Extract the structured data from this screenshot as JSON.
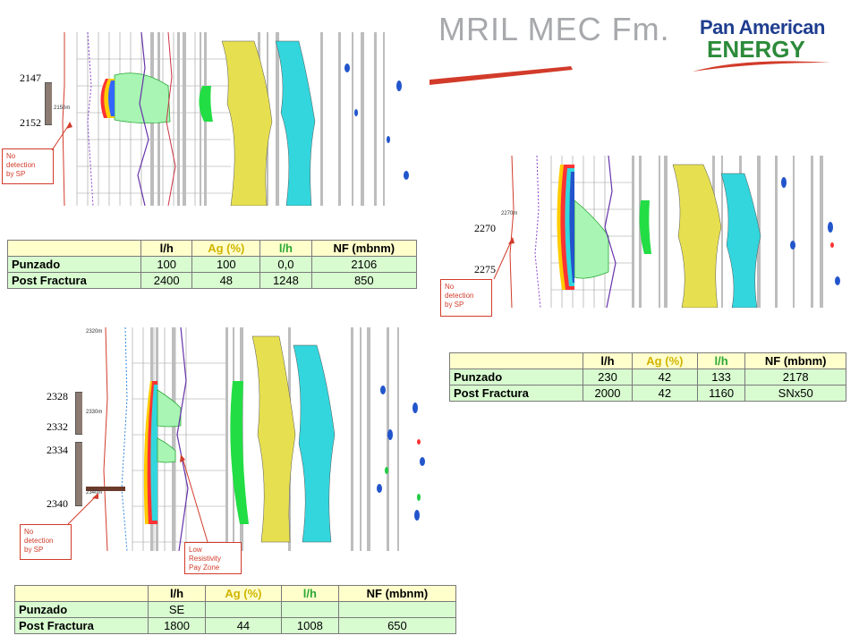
{
  "title": "MRIL MEC Fm.",
  "logo": {
    "line1": "Pan American",
    "line2": "ENERGY"
  },
  "colors": {
    "red": "#d23b2a",
    "green": "#2aa834",
    "yellow": "#d0b400",
    "grey_title": "#a7a9ac"
  },
  "panel1": {
    "depths": [
      "2147",
      "2152"
    ],
    "tag": "2150m",
    "note": [
      "No",
      "detection",
      "by SP"
    ],
    "table": {
      "headers": [
        "",
        "l/h",
        "Ag (%)",
        "l/h",
        "NF (mbnm)"
      ],
      "rows": [
        {
          "label": "Punzado",
          "values": [
            "100",
            "100",
            "0,0",
            "2106"
          ]
        },
        {
          "label": "Post Fractura",
          "values": [
            "2400",
            "48",
            "1248",
            "850"
          ]
        }
      ]
    }
  },
  "panel2": {
    "depths": [
      "2270",
      "2275"
    ],
    "tag": "2270m",
    "note": [
      "No",
      "detection",
      "by SP"
    ],
    "table": {
      "headers": [
        "",
        "l/h",
        "Ag (%)",
        "l/h",
        "NF (mbnm)"
      ],
      "rows": [
        {
          "label": "Punzado",
          "values": [
            "230",
            "42",
            "133",
            "2178"
          ]
        },
        {
          "label": "Post Fractura",
          "values": [
            "2000",
            "42",
            "1160",
            "SNx50"
          ]
        }
      ]
    }
  },
  "panel3": {
    "depths": [
      "2328",
      "2332",
      "2334",
      "2340"
    ],
    "tags": [
      "2320m",
      "2330m",
      "2340m"
    ],
    "note": [
      "No",
      "detection",
      "by SP"
    ],
    "note2": [
      "Low",
      "Resistivity",
      "Pay Zone"
    ],
    "table": {
      "headers": [
        "",
        "l/h",
        "Ag (%)",
        "l/h",
        "NF (mbnm)"
      ],
      "rows": [
        {
          "label": "Punzado",
          "values": [
            "SE",
            "",
            "",
            ""
          ]
        },
        {
          "label": "Post Fractura",
          "values": [
            "1800",
            "44",
            "1008",
            "650"
          ]
        }
      ]
    }
  }
}
